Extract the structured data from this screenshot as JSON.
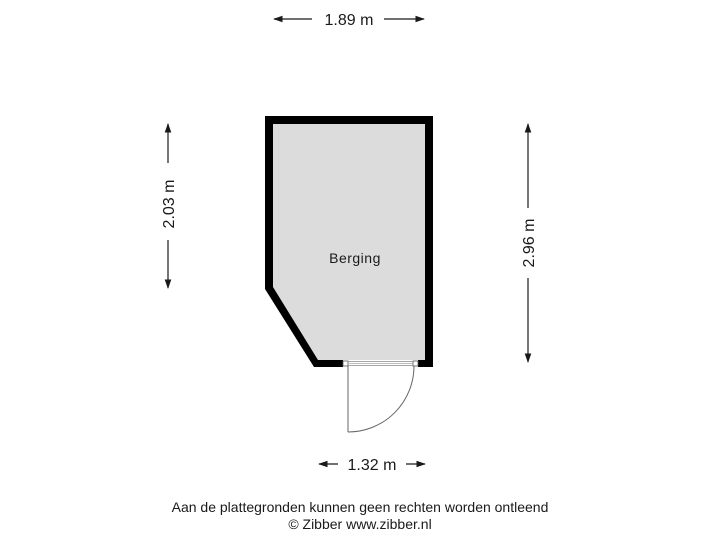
{
  "floorplan": {
    "rooms": [
      {
        "name": "Berging",
        "fill": "#dcdcdc"
      }
    ],
    "wall_color": "#000000",
    "dimensions": {
      "top": "1.89 m",
      "left": "2.03 m",
      "right": "2.96 m",
      "bottom": "1.32 m"
    }
  },
  "footer": {
    "disclaimer": "Aan de plattegronden kunnen geen rechten worden ontleend",
    "copyright": "© Zibber www.zibber.nl"
  }
}
